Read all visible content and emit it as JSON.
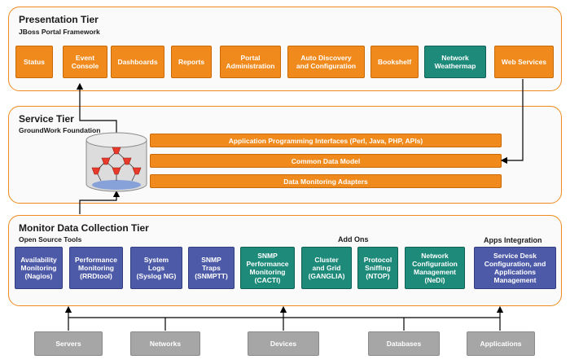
{
  "presentation": {
    "title": "Presentation Tier",
    "subtitle": "JBoss Portal Framework",
    "boxes": [
      {
        "label": "Status",
        "color": "orange"
      },
      {
        "label": "Event\nConsole",
        "color": "orange"
      },
      {
        "label": "Dashboards",
        "color": "orange"
      },
      {
        "label": "Reports",
        "color": "orange"
      },
      {
        "label": "Portal\nAdministration",
        "color": "orange"
      },
      {
        "label": "Auto Discovery\nand Configuration",
        "color": "orange"
      },
      {
        "label": "Bookshelf",
        "color": "orange"
      },
      {
        "label": "Network\nWeathermap",
        "color": "teal"
      },
      {
        "label": "Web Services",
        "color": "orange"
      }
    ]
  },
  "service": {
    "title": "Service Tier",
    "subtitle": "GroundWork Foundation",
    "bars": [
      "Application Programming Interfaces (Perl, Java, PHP, APIs)",
      "Common Data Model",
      "Data Monitoring Adapters"
    ]
  },
  "monitor": {
    "title": "Monitor Data Collection Tier",
    "subtitle": "Open Source Tools",
    "addons_label": "Add Ons",
    "apps_label": "Apps Integration",
    "tools": [
      {
        "label": "Availability\nMonitoring\n(Nagios)",
        "color": "blue"
      },
      {
        "label": "Performance\nMonitoring\n(RRDtool)",
        "color": "blue"
      },
      {
        "label": "System\nLogs\n(Syslog NG)",
        "color": "blue"
      },
      {
        "label": "SNMP\nTraps\n(SNMPTT)",
        "color": "blue"
      },
      {
        "label": "SNMP\nPerformance\nMonitoring\n(CACTI)",
        "color": "teal"
      },
      {
        "label": "Cluster\nand Grid\n(GANGLIA)",
        "color": "teal"
      },
      {
        "label": "Protocol\nSniffing\n(NTOP)",
        "color": "teal"
      },
      {
        "label": "Network\nConfiguration\nManagement\n(NeDi)",
        "color": "teal"
      },
      {
        "label": "Service Desk\nConfiguration, and\nApplications\nManagement",
        "color": "blue"
      }
    ]
  },
  "sources": [
    "Servers",
    "Networks",
    "Devices",
    "Databases",
    "Applications"
  ],
  "colors": {
    "orange": "#f08a1c",
    "teal": "#1d8a7a",
    "blue": "#4d5aa8",
    "gray": "#a6a6a6"
  }
}
